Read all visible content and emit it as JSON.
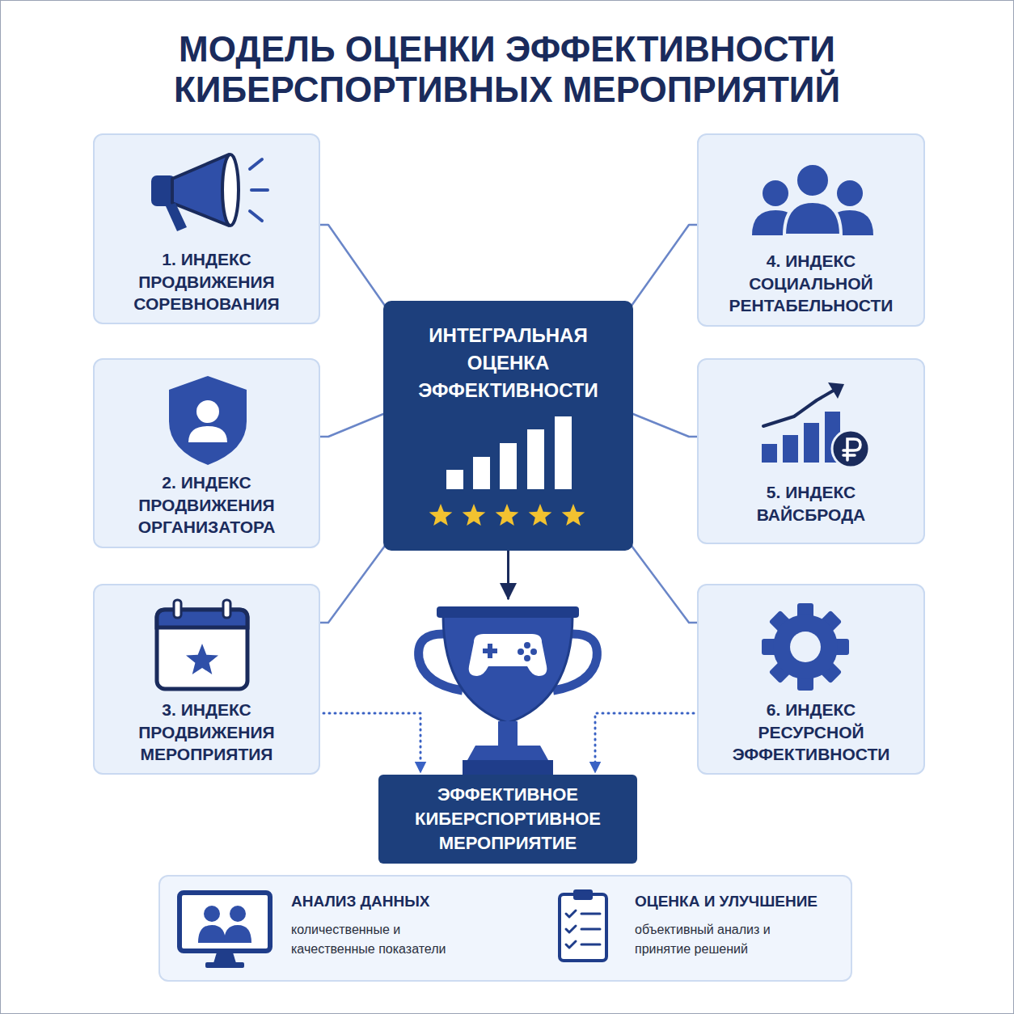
{
  "diagram": {
    "title": "МОДЕЛЬ ОЦЕНКИ ЭФФЕКТИВНОСТИ КИБЕРСПОРТИВНЫХ МЕРОПРИЯТИЙ",
    "nodes": [
      {
        "text": [
          "1. ИНДЕКС ПРОДВИЖЕНИЯ СОРЕВНОВАНИЯ"
        ]
      },
      {
        "text": [
          "4. ИНДЕКС СОЦИАЛЬНОЙ РЕНТАБЕЛЬНОСТИ"
        ]
      },
      {
        "text": [
          "ИНТЕГРАЛЬНАЯ ОЦЕНКА ЭФФЕКТИВНОСТИ"
        ]
      },
      {
        "text": [
          "2. ИНДЕКС ПРОДВИЖЕНИЯ ОРГАНИЗАТОРА"
        ]
      },
      {
        "text": [
          "5. ИНДЕКС ВАЙСБРОДА"
        ]
      },
      {
        "text": [
          "3. ИНДЕКС ПРОДВИЖЕНИЯ МЕРОПРИЯТИЯ"
        ]
      },
      {
        "text": [
          "6. ИНДЕКС РЕСУРСНОЙ ЭФФЕКТИВНОСТИ"
        ]
      },
      {
        "text": [
          "ЭФФЕКТИВНОЕ КИБЕРСПОРТИВНОЕ МЕРОПРИЯТИЕ"
        ]
      },
      {
        "text": [
          "АНАЛИЗ ДАННЫХ",
          "количественные и качественные показатели"
        ]
      },
      {
        "text": [
          "ОЦЕНКА И УЛУЧШЕНИЕ",
          "объективный анализ и принятие решений"
        ]
      }
    ],
    "edges": [
      {
        "from": 0,
        "to": 2,
        "arrow": "none"
      },
      {
        "from": 1,
        "to": 2,
        "arrow": "none"
      },
      {
        "from": 3,
        "to": 2,
        "arrow": "none"
      },
      {
        "from": 4,
        "to": 2,
        "arrow": "none"
      },
      {
        "from": 5,
        "to": 2,
        "arrow": "none"
      },
      {
        "from": 6,
        "to": 2,
        "arrow": "none"
      },
      {
        "from": 2,
        "to": 7,
        "arrow": "to"
      },
      {
        "from": 5,
        "to": 7,
        "arrow": "to"
      },
      {
        "from": 6,
        "to": 7,
        "arrow": "to"
      },
      {
        "from": 8,
        "to": 9,
        "arrow": "to"
      }
    ]
  }
}
